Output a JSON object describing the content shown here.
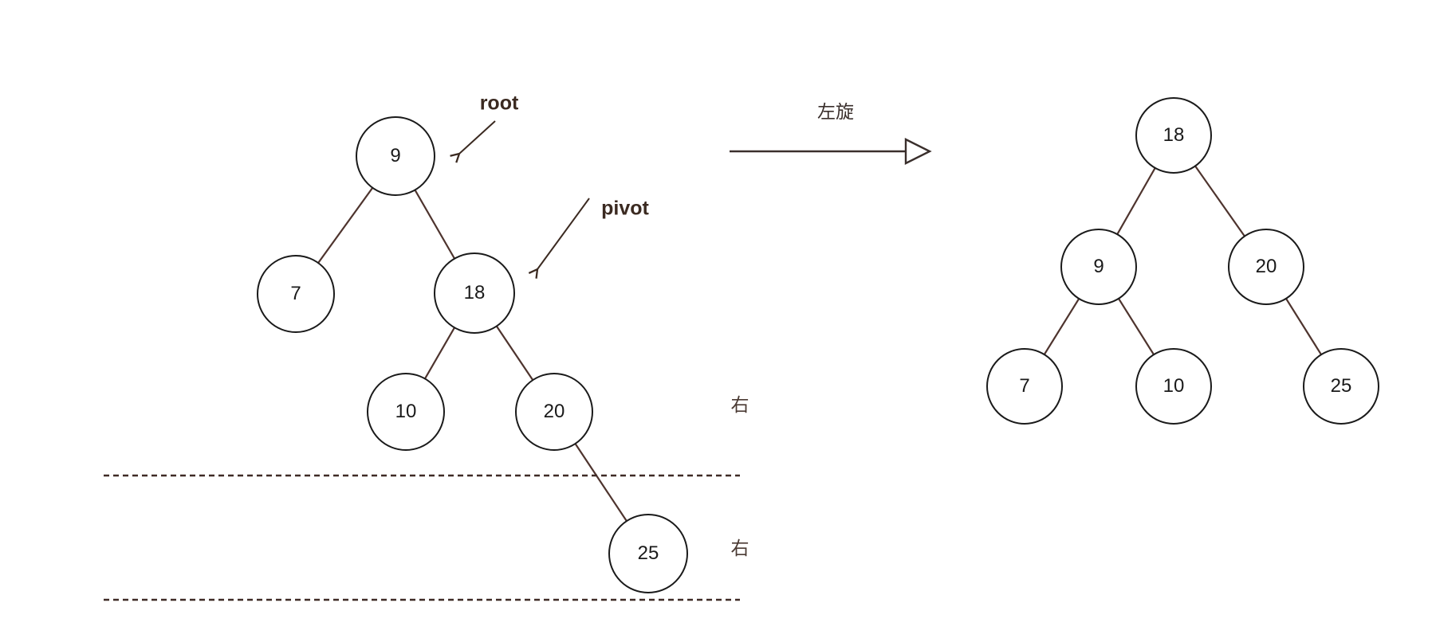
{
  "diagram": {
    "type": "binary-tree-left-rotation",
    "labels": {
      "root": "root",
      "pivot": "pivot",
      "rotation": "左旋",
      "right_upper": "右",
      "right_lower": "右"
    },
    "colors": {
      "background": "#ffffff",
      "node_stroke": "#1a1a1a",
      "edge": "#4e342e",
      "annotation": "#3b2a21",
      "dashed_line": "#3f2b26"
    },
    "tree_before": {
      "name": "before-rotation",
      "nodes": [
        {
          "value": "9",
          "role": "root"
        },
        {
          "value": "7"
        },
        {
          "value": "18",
          "role": "pivot"
        },
        {
          "value": "10"
        },
        {
          "value": "20"
        },
        {
          "value": "25"
        }
      ],
      "edges": [
        [
          "9",
          "7"
        ],
        [
          "9",
          "18"
        ],
        [
          "18",
          "10"
        ],
        [
          "18",
          "20"
        ],
        [
          "20",
          "25"
        ]
      ]
    },
    "tree_after": {
      "name": "after-rotation",
      "nodes": [
        {
          "value": "18"
        },
        {
          "value": "9"
        },
        {
          "value": "20"
        },
        {
          "value": "7"
        },
        {
          "value": "10"
        },
        {
          "value": "25"
        }
      ],
      "edges": [
        [
          "18",
          "9"
        ],
        [
          "18",
          "20"
        ],
        [
          "9",
          "7"
        ],
        [
          "9",
          "10"
        ],
        [
          "20",
          "25"
        ]
      ]
    }
  }
}
